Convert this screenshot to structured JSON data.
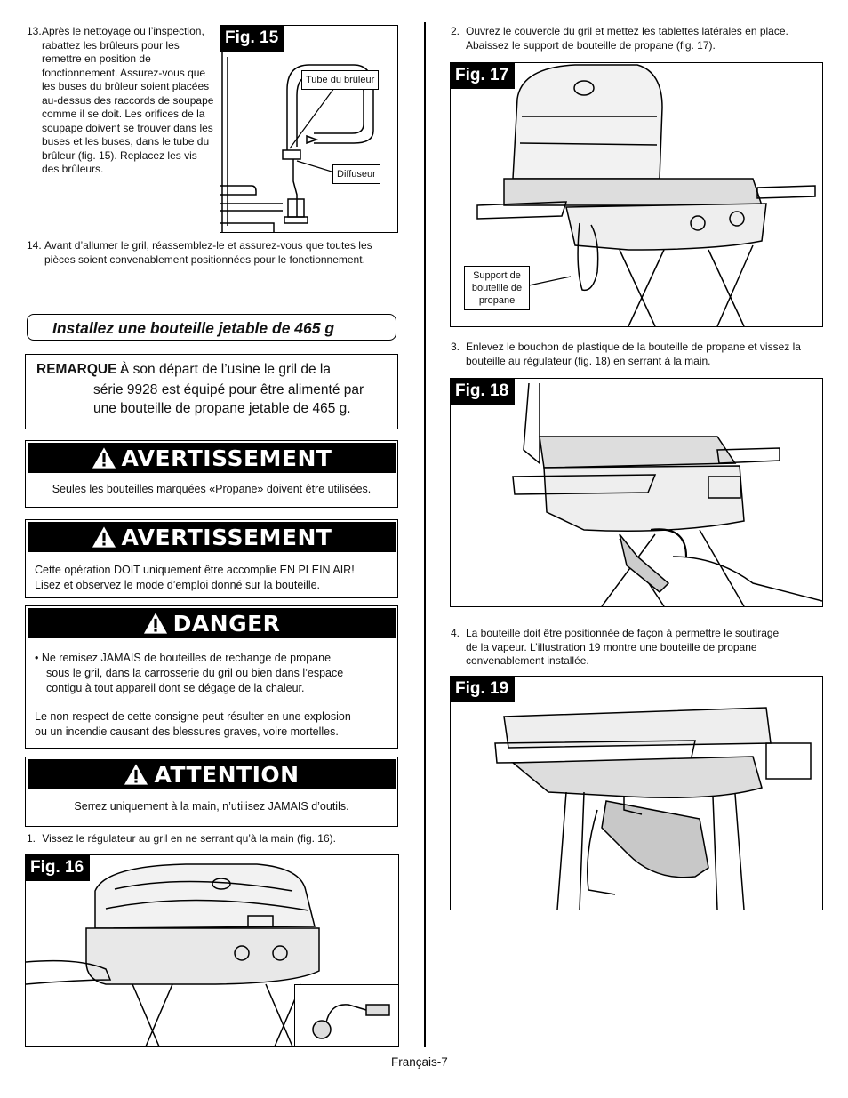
{
  "step13": {
    "number": "13.",
    "text": "Après le nettoyage ou l’inspection, rabattez les brûleurs pour les remettre en position de fonctionnement. Assurez-vous que les buses du brûleur soient placées au-dessus des raccords de soupape comme il se doit. Les orifices de la soupape doivent se trouver dans les buses et les buses, dans le tube du brûleur (fig. 15). Replacez les vis des brûleurs."
  },
  "fig15": {
    "tag": "Fig. 15",
    "callout_tube": "Tube du brûleur",
    "callout_diffuser": "Diffuseur"
  },
  "step14": {
    "number": "14.",
    "text": "Avant d’allumer le gril, réassemblez-le et assurez-vous que toutes les pièces soient convenablement positionnées pour le fonctionnement."
  },
  "section_title": "Installez une bouteille jetable de 465 g",
  "note": {
    "label": "REMARQUE :",
    "line1": "À son départ de l’usine le gril de la",
    "line2": "série 9928 est équipé pour être alimenté par",
    "line3": "une bouteille de propane jetable de 465 g."
  },
  "warning1": {
    "title": "AVERTISSEMENT",
    "body": "Seules les bouteilles marquées «Propane» doivent être utilisées."
  },
  "warning2": {
    "title": "AVERTISSEMENT",
    "line1": "Cette opération DOIT uniquement être accomplie EN PLEIN AIR!",
    "line2": "Lisez et observez le mode d’emploi donné sur la bouteille."
  },
  "danger": {
    "title": "DANGER",
    "bullet": "• Ne remisez JAMAIS de bouteilles de rechange de propane",
    "bullet_line2": "sous le gril, dans la carrosserie du gril ou bien dans l’espace",
    "bullet_line3": "contigu à tout appareil dont se dégage de la chaleur.",
    "para_line1": "Le non-respect de cette consigne peut résulter en une explosion",
    "para_line2": "ou un incendie causant des blessures graves, voire mortelles."
  },
  "attention": {
    "title": "ATTENTION",
    "body": "Serrez uniquement à la main, n’utilisez JAMAIS d’outils."
  },
  "step1": {
    "number": "1.",
    "text": "Vissez le régulateur au gril en ne serrant qu’à la main (fig. 16)."
  },
  "fig16": {
    "tag": "Fig. 16"
  },
  "step2": {
    "number": "2.",
    "line1": "Ouvrez le couvercle du gril et mettez les tablettes latérales en place.",
    "line2": "Abaissez le support de bouteille de propane (fig. 17)."
  },
  "fig17": {
    "tag": "Fig. 17",
    "callout_line1": "Support de",
    "callout_line2": "bouteille de",
    "callout_line3": "propane"
  },
  "step3": {
    "number": "3.",
    "line1": "Enlevez le bouchon de plastique de la bouteille de propane et vissez la",
    "line2": "bouteille au régulateur (fig. 18) en serrant à la main."
  },
  "fig18": {
    "tag": "Fig. 18"
  },
  "step4": {
    "number": "4.",
    "line1": "La bouteille doit être positionnée de façon à permettre le soutirage",
    "line2": "de la vapeur. L’illustration 19 montre une bouteille de propane",
    "line3": "convenablement installée."
  },
  "fig19": {
    "tag": "Fig. 19"
  },
  "footer": "Français-7"
}
